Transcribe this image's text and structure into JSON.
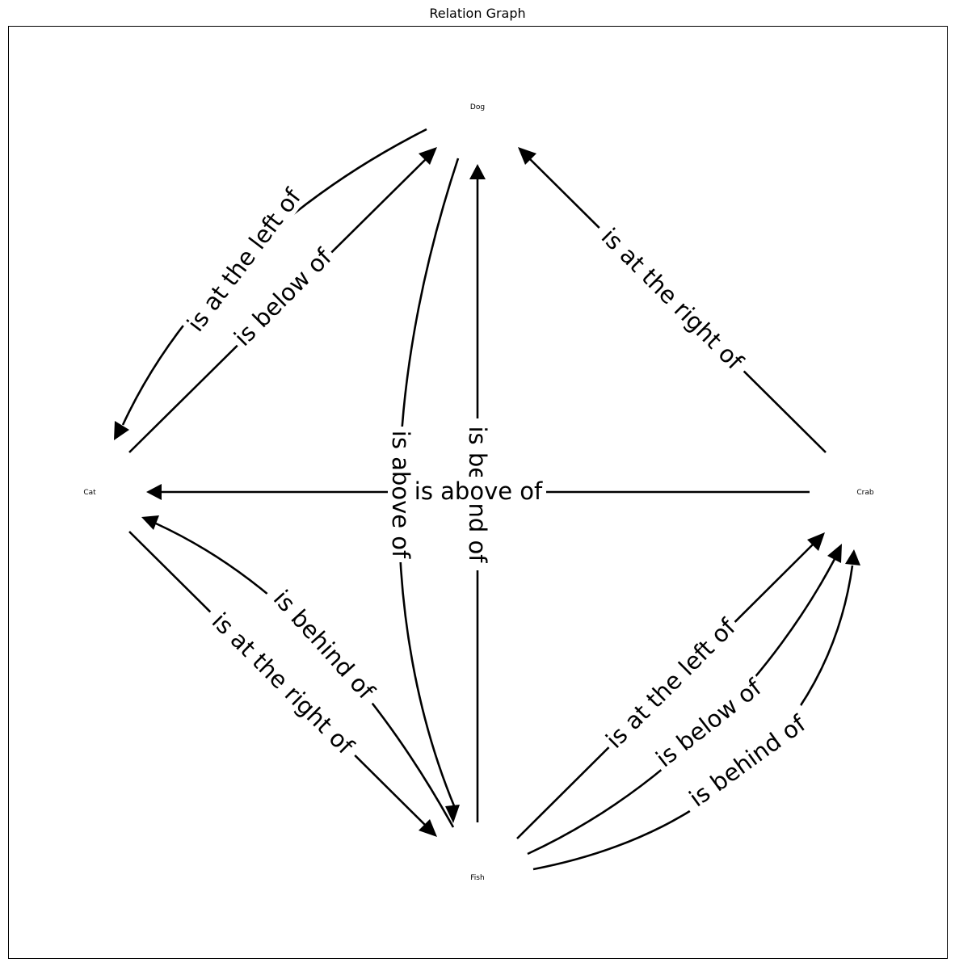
{
  "title": "Relation Graph",
  "nodes": {
    "dog": "Dog",
    "cat": "Cat",
    "crab": "Crab",
    "fish": "Fish"
  },
  "edges": [
    {
      "id": "dog-to-cat",
      "source": "Dog",
      "target": "Cat",
      "label": "is at the left of"
    },
    {
      "id": "cat-to-dog",
      "source": "Cat",
      "target": "Dog",
      "label": "is below of"
    },
    {
      "id": "dog-to-fish",
      "source": "Dog",
      "target": "Fish",
      "label": "is above of"
    },
    {
      "id": "fish-to-dog",
      "source": "Fish",
      "target": "Dog",
      "label": "is behind of"
    },
    {
      "id": "crab-to-dog",
      "source": "Crab",
      "target": "Dog",
      "label": "is at the right of"
    },
    {
      "id": "crab-to-cat",
      "source": "Crab",
      "target": "Cat",
      "label": "is above of"
    },
    {
      "id": "fish-to-cat",
      "source": "Fish",
      "target": "Cat",
      "label": "is behind of"
    },
    {
      "id": "cat-to-fish",
      "source": "Cat",
      "target": "Fish",
      "label": "is at the right of"
    },
    {
      "id": "fish-to-crab-left",
      "source": "Fish",
      "target": "Crab",
      "label": "is at the left of"
    },
    {
      "id": "fish-to-crab-below",
      "source": "Fish",
      "target": "Crab",
      "label": "is below of"
    },
    {
      "id": "fish-to-crab-behind",
      "source": "Fish",
      "target": "Crab",
      "label": "is behind of"
    }
  ]
}
